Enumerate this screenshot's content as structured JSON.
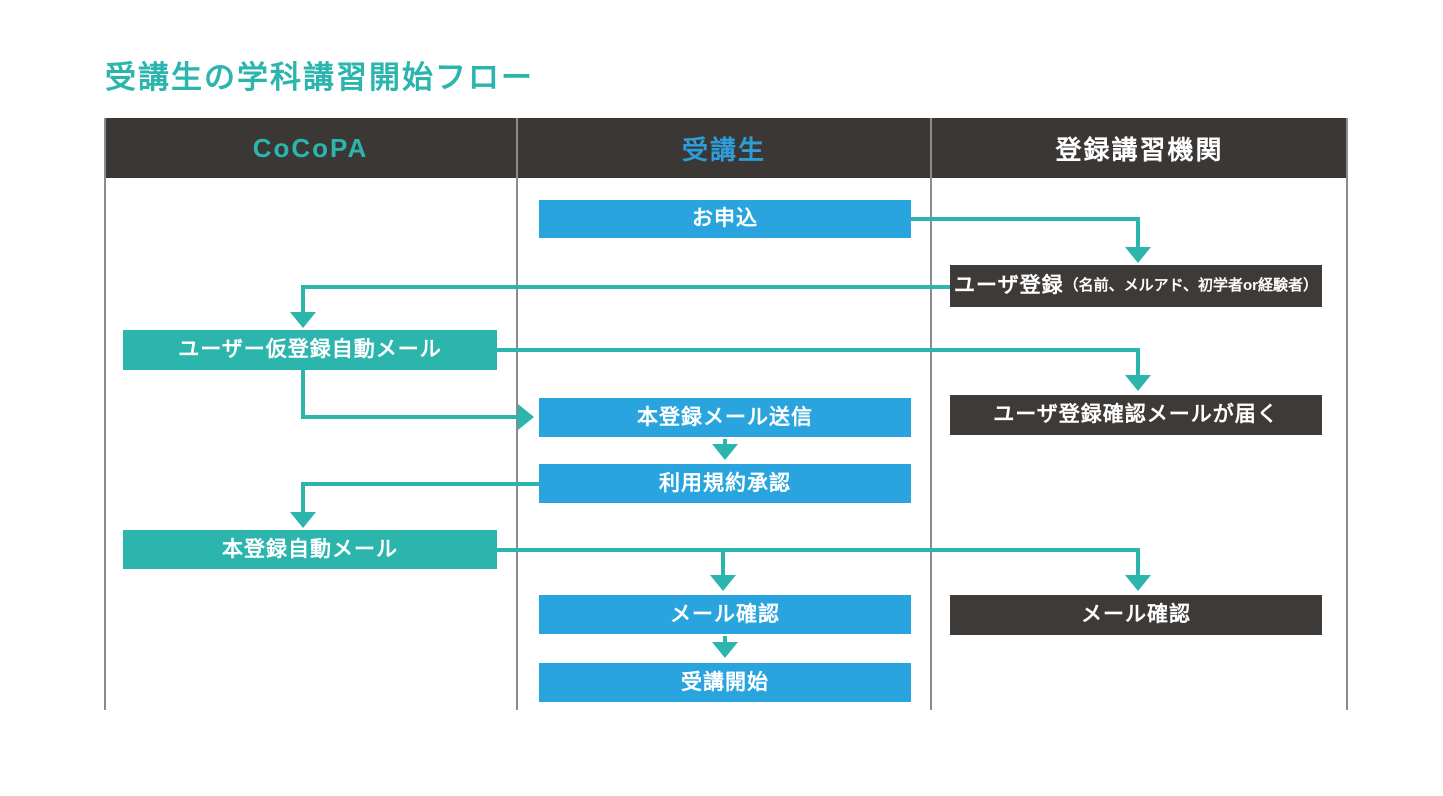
{
  "page": {
    "title": "受講生の学科講習開始フロー"
  },
  "colors": {
    "teal": "#2BB5AD",
    "blue": "#29A4DE",
    "dark_header": "#3B3735",
    "dark_box": "#3E3A38",
    "header_cocopa_text": "#2BB5AD",
    "header_student_text": "#2E9CD6",
    "header_institution_text": "#FFFFFF",
    "table_border": "#8C8C8C",
    "box_text": "#FFFFFF",
    "arrow": "#2BB5AD"
  },
  "table": {
    "headers": [
      {
        "label": "CoCoPA"
      },
      {
        "label": "受講生"
      },
      {
        "label": "登録講習機関"
      }
    ]
  },
  "nodes": {
    "cocopa": [
      {
        "label": "ユーザー仮登録自動メール"
      },
      {
        "label": "本登録自動メール"
      }
    ],
    "student": [
      {
        "label": "お申込"
      },
      {
        "label": "本登録メール送信"
      },
      {
        "label": "利用規約承認"
      },
      {
        "label": "メール確認"
      },
      {
        "label": "受講開始"
      }
    ],
    "institution": [
      {
        "label_main": "ユーザ登録",
        "label_sub": "（名前、メルアド、初学者or経験者）"
      },
      {
        "label": "ユーザ登録確認メールが届く"
      },
      {
        "label": "メール確認"
      }
    ]
  },
  "connectors": [
    {
      "from": "お申込",
      "to": "ユーザ登録（名前、メルアド、初学者or経験者）"
    },
    {
      "from": "ユーザ登録（名前、メルアド、初学者or経験者）",
      "to": "ユーザー仮登録自動メール"
    },
    {
      "from": "ユーザー仮登録自動メール",
      "to": "本登録メール送信"
    },
    {
      "from": "ユーザー仮登録自動メール",
      "to": "ユーザ登録確認メールが届く"
    },
    {
      "from": "本登録メール送信",
      "to": "利用規約承認"
    },
    {
      "from": "利用規約承認",
      "to": "本登録自動メール"
    },
    {
      "from": "本登録自動メール",
      "to": "メール確認（受講生）"
    },
    {
      "from": "本登録自動メール",
      "to": "メール確認（登録講習機関）"
    },
    {
      "from": "メール確認（受講生）",
      "to": "受講開始"
    }
  ]
}
